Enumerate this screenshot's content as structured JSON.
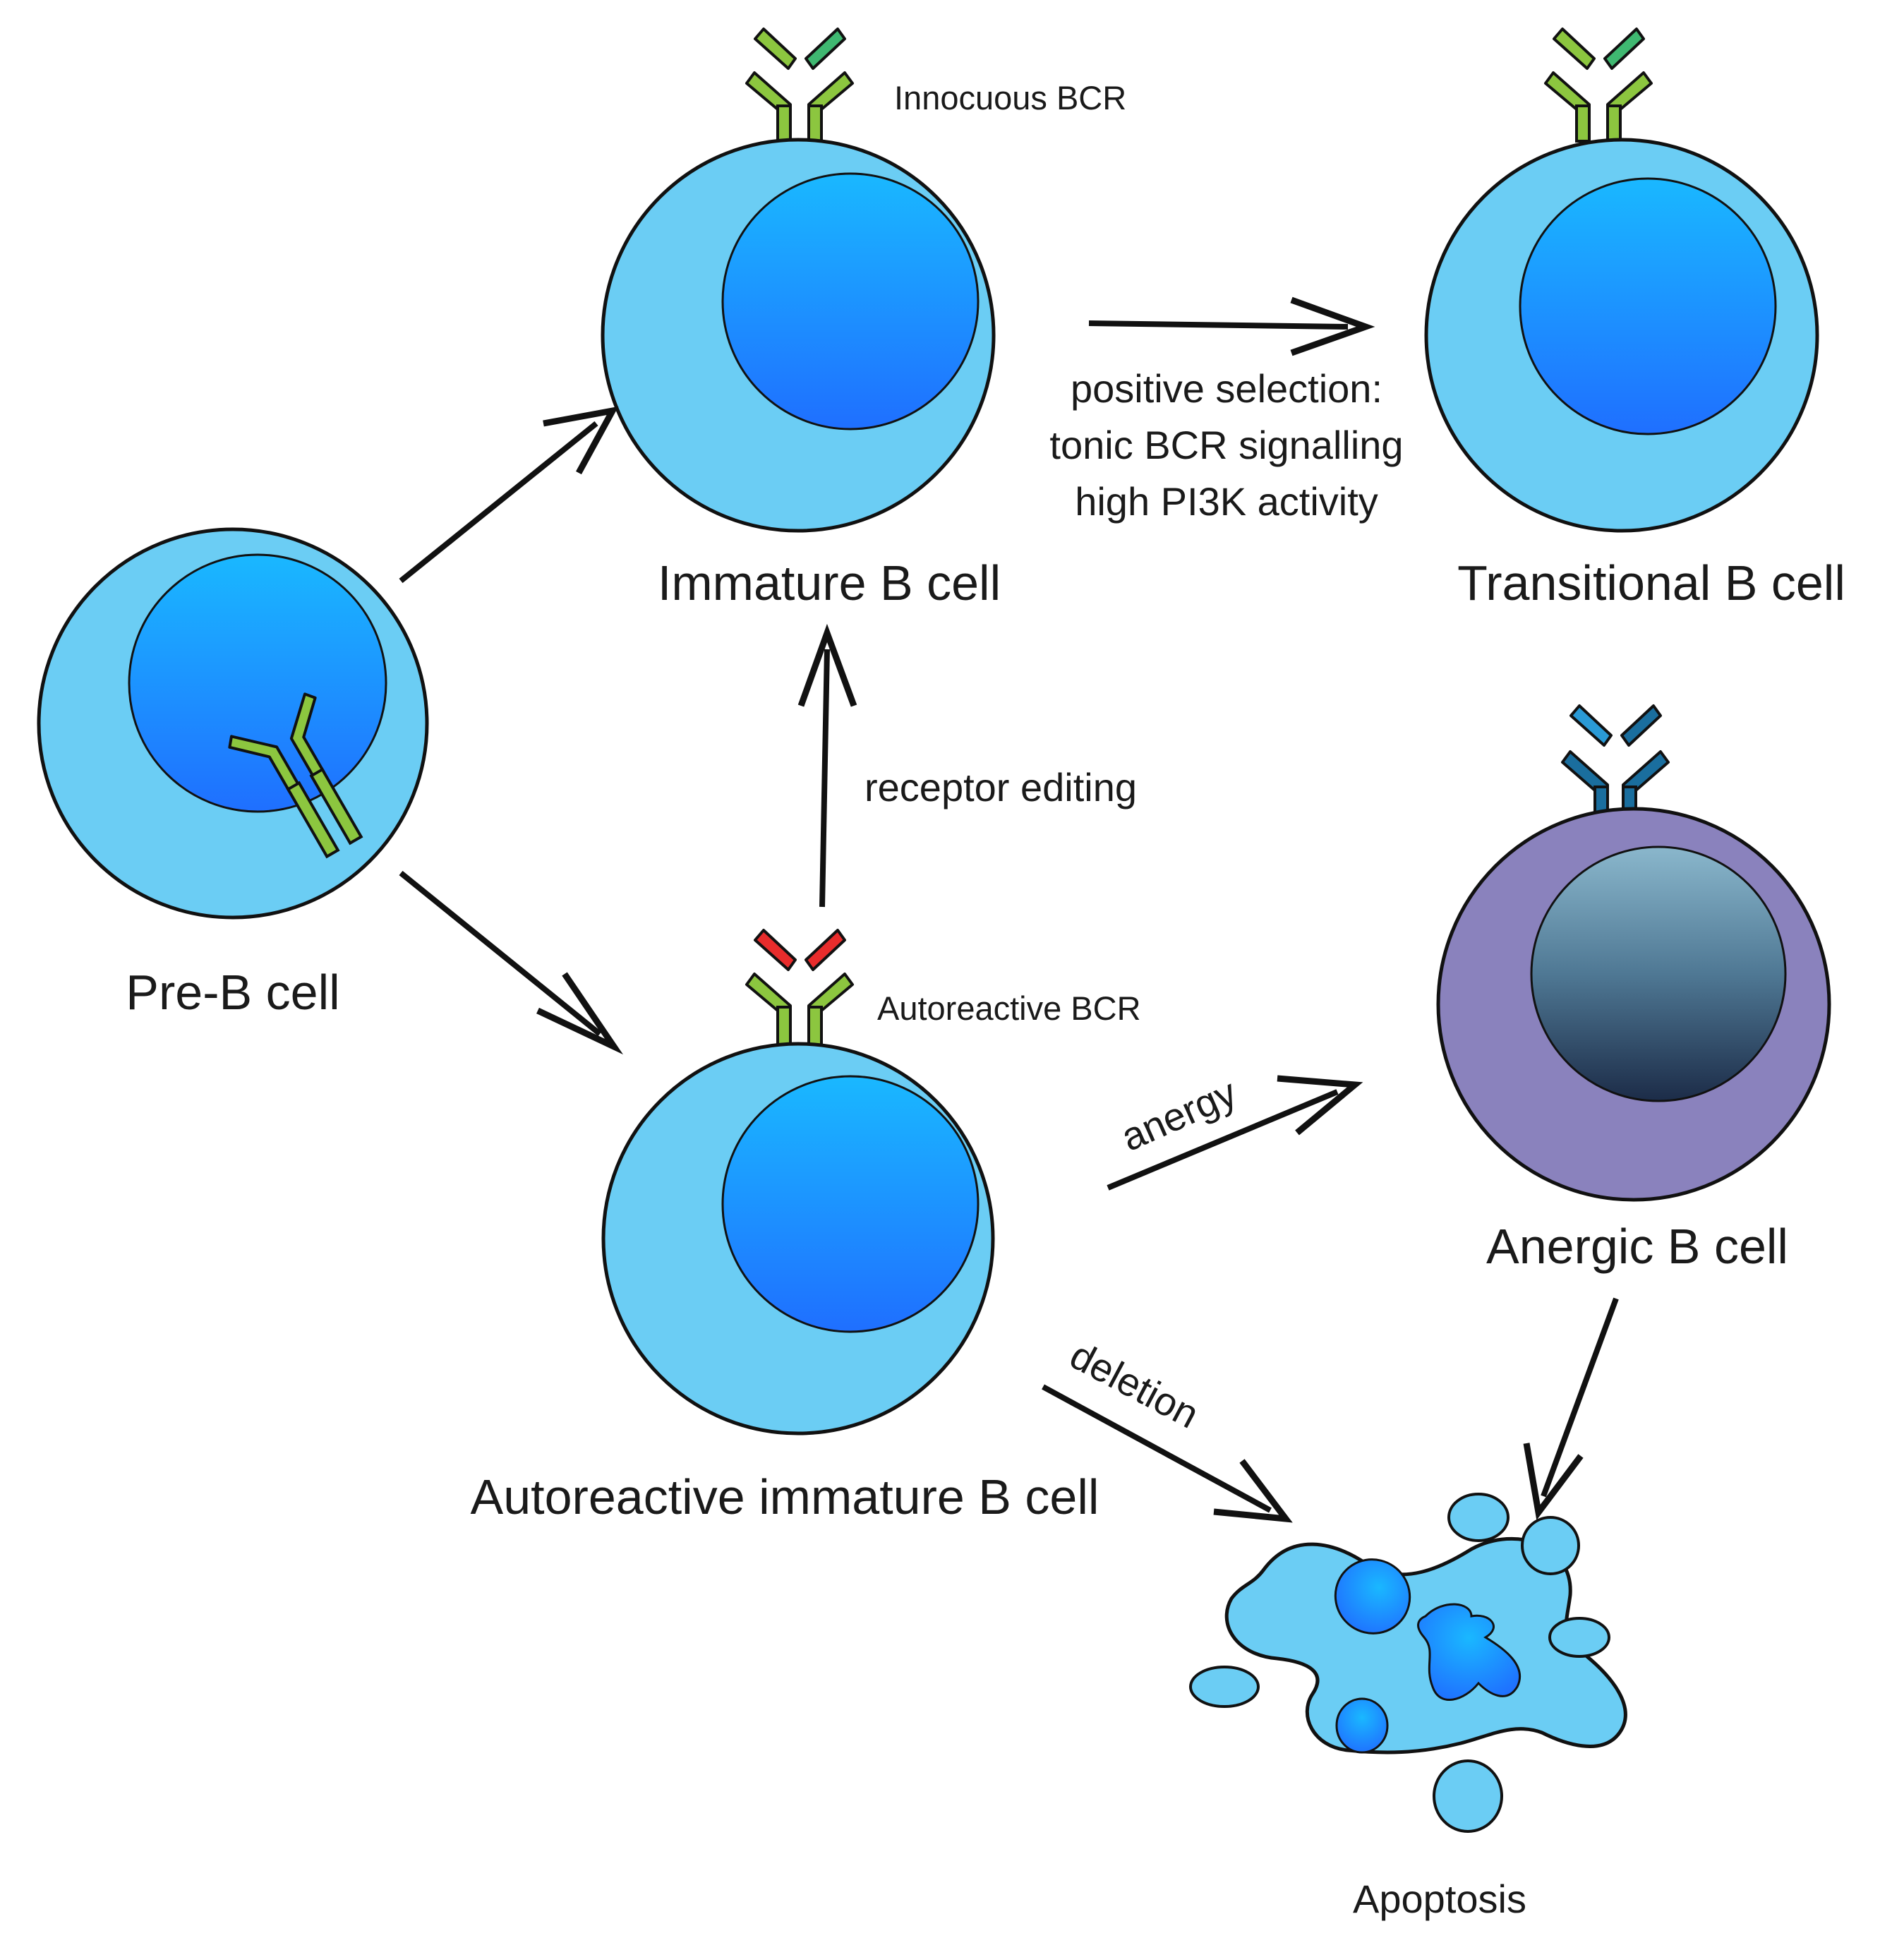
{
  "cells": {
    "pre_b": "Pre-B cell",
    "immature": "Immature B cell",
    "transitional": "Transitional B cell",
    "autoreactive": "Autoreactive immature B cell",
    "anergic": "Anergic B cell",
    "apoptosis": "Apoptosis"
  },
  "receptors": {
    "innocuous": "Innocuous BCR",
    "autoreactive": "Autoreactive BCR"
  },
  "processes": {
    "positive_selection": [
      "positive selection:",
      "tonic BCR signalling",
      "high PI3K activity"
    ],
    "receptor_editing": "receptor editing",
    "anergy": "anergy",
    "deletion": "deletion"
  },
  "colors": {
    "cytoplasm": "#6bcdf4",
    "nucleus_light": "#1ab8ff",
    "nucleus_dark": "#1f6fff",
    "bcr_green": "#8cc63f",
    "bcr_tip_green": "#3fb871",
    "autoreactive_red": "#e82c2c",
    "anergic_cytoplasm": "#8a82bd",
    "anergic_bcr": "#1a6e9e",
    "anergic_tip": "#2a9ad6",
    "arrow": "#111111"
  }
}
